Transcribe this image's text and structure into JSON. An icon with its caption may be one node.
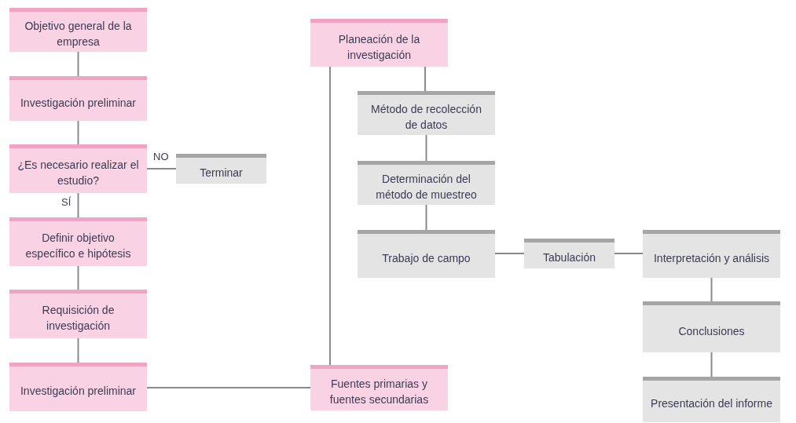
{
  "diagram": {
    "nodes": [
      {
        "text": [
          "Objetivo general de la empresa"
        ]
      },
      {
        "text": [
          "Investigación preliminar"
        ]
      },
      {
        "text": [
          "¿Es necesario realizar el estudio?"
        ]
      },
      {
        "text": [
          "Terminar"
        ]
      },
      {
        "text": [
          "Definir objetivo específico e hipótesis"
        ]
      },
      {
        "text": [
          "Requisición de investigación"
        ]
      },
      {
        "text": [
          "Investigación preliminar"
        ]
      },
      {
        "text": [
          "Planeación de la investigación"
        ]
      },
      {
        "text": [
          "Método de recolección de datos"
        ]
      },
      {
        "text": [
          "Determinación del método de muestreo"
        ]
      },
      {
        "text": [
          "Trabajo de campo"
        ]
      },
      {
        "text": [
          "Tabulación"
        ]
      },
      {
        "text": [
          "Interpretación y análisis"
        ]
      },
      {
        "text": [
          "Conclusiones"
        ]
      },
      {
        "text": [
          "Presentación del informe"
        ]
      },
      {
        "text": [
          "Fuentes primarias y fuentes secundarias"
        ]
      }
    ],
    "edges": [
      {
        "from": 0,
        "to": 1,
        "arrow": "none"
      },
      {
        "from": 1,
        "to": 2,
        "arrow": "none"
      },
      {
        "from": 2,
        "to": 3,
        "arrow": "none",
        "label": "NO"
      },
      {
        "from": 2,
        "to": 4,
        "arrow": "none",
        "label": "SÍ"
      },
      {
        "from": 4,
        "to": 5,
        "arrow": "none"
      },
      {
        "from": 5,
        "to": 6,
        "arrow": "none"
      },
      {
        "from": 6,
        "to": 15,
        "arrow": "none"
      },
      {
        "from": 7,
        "to": 15,
        "arrow": "none"
      },
      {
        "from": 7,
        "to": 8,
        "arrow": "none"
      },
      {
        "from": 8,
        "to": 9,
        "arrow": "none"
      },
      {
        "from": 9,
        "to": 10,
        "arrow": "none"
      },
      {
        "from": 10,
        "to": 11,
        "arrow": "none"
      },
      {
        "from": 11,
        "to": 12,
        "arrow": "none"
      },
      {
        "from": 12,
        "to": 13,
        "arrow": "none"
      },
      {
        "from": 13,
        "to": 14,
        "arrow": "none"
      }
    ]
  }
}
